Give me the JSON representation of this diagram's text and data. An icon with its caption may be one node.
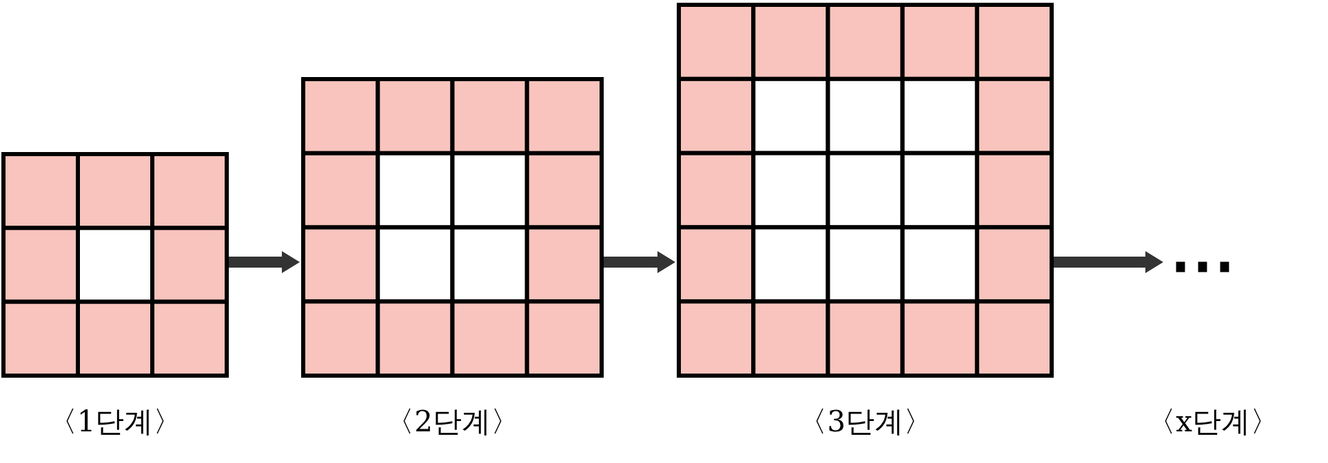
{
  "diagram": {
    "nodes": [
      {
        "text": [],
        "shape": "grid",
        "beside": [
          "〈1단계〉"
        ]
      },
      {
        "text": [],
        "shape": "grid",
        "beside": [
          "〈2단계〉"
        ]
      },
      {
        "text": [],
        "shape": "grid",
        "beside": [
          "〈3단계〉"
        ]
      },
      {
        "text": [
          "⋯"
        ]
      }
    ],
    "labels": [
      "〈x단계〉"
    ],
    "edges": [
      {
        "from": 0,
        "to": 1,
        "arrow": "to"
      },
      {
        "from": 1,
        "to": 2,
        "arrow": "to"
      },
      {
        "from": 2,
        "to": 3,
        "arrow": "to"
      }
    ]
  }
}
